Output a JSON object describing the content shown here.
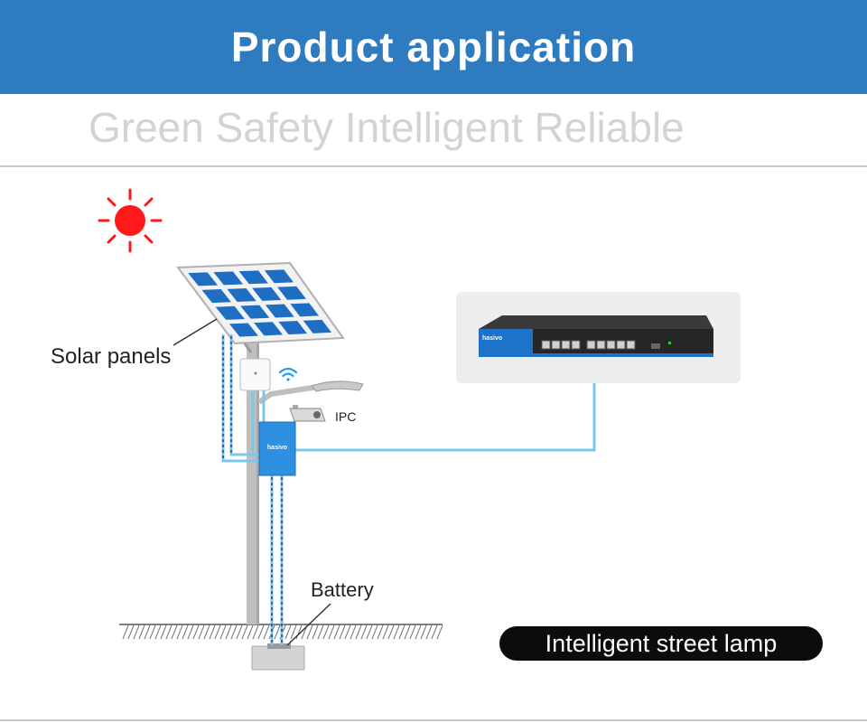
{
  "header": {
    "title": "Product application"
  },
  "tagline": "Green Safety Intelligent Reliable",
  "labels": {
    "solar_panels": "Solar panels",
    "ipc": "IPC",
    "battery": "Battery",
    "brand": "hasivo"
  },
  "caption": "Intelligent street lamp",
  "colors": {
    "header_band": "#2f7bbf",
    "sun": "#ff1a1a",
    "solar_cell": "#1e6fc4",
    "cable": "#7cc7e8",
    "poe_box": "#2f8fe0",
    "caption_bg": "#0c0c0c"
  }
}
